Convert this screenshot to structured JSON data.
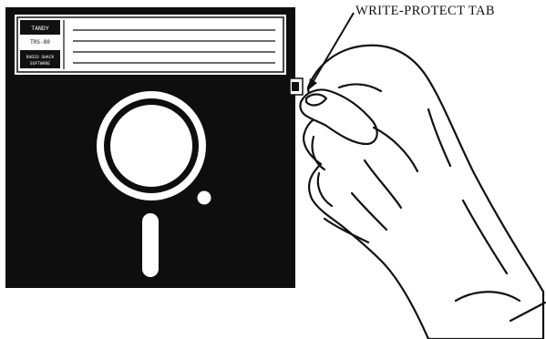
{
  "callout": {
    "label": "WRITE-PROTECT TAB"
  },
  "disk_label": {
    "brand": "TANDY",
    "model": "TRS-80",
    "badge_line1": "RADIO SHACK",
    "badge_line2": "SOFTWARE"
  },
  "colors": {
    "ink": "#111111",
    "paper": "#ffffff",
    "disk": "#0e0e0e"
  }
}
